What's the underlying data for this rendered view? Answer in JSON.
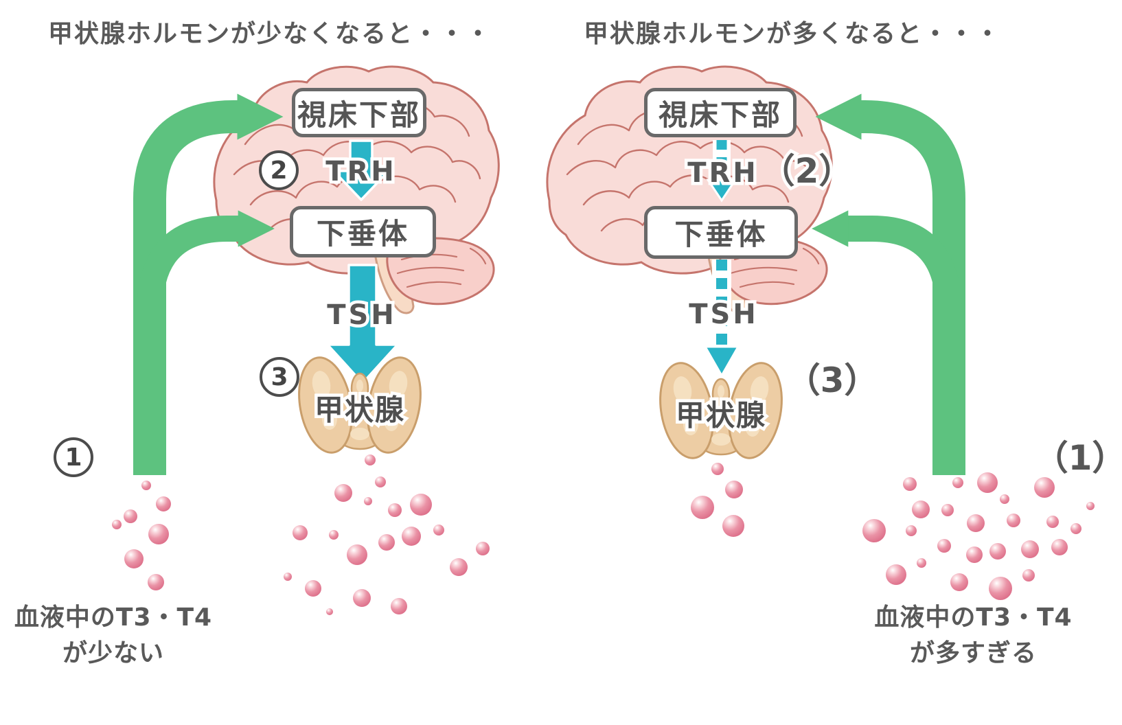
{
  "colors": {
    "accent_green": "#5dc27f",
    "accent_teal": "#29b4c7",
    "hormone_pink": "#e07390",
    "text_gray": "#595959",
    "box_border_gray": "#696969",
    "brain_pink": "#f9dcd8",
    "brain_outline": "#c5746c",
    "thyroid_tan": "#edcda4",
    "thyroid_outline": "#c99e6b"
  },
  "left_panel": {
    "title": "甲状腺ホルモンが少なくなると・・・",
    "hypothalamus_box": "視床下部",
    "pituitary_box": "下垂体",
    "thyroid_label": "甲状腺",
    "trh_label": "TRH",
    "tsh_label": "TSH",
    "step_1": "1",
    "step_2": "2",
    "step_3": "3",
    "caption_line1": "血液中のT3・T4",
    "caption_line2": "が少ない"
  },
  "right_panel": {
    "title": "甲状腺ホルモンが多くなると・・・",
    "hypothalamus_box": "視床下部",
    "pituitary_box": "下垂体",
    "thyroid_label": "甲状腺",
    "trh_label": "TRH",
    "tsh_label": "TSH",
    "step_1": "（1）",
    "step_2": "（2）",
    "step_3": "（3）",
    "caption_line1": "血液中のT3・T4",
    "caption_line2": "が多すぎる"
  }
}
